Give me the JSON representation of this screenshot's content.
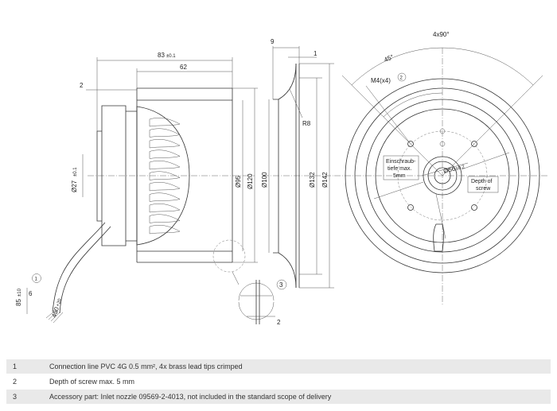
{
  "dimensions": {
    "d83": "83",
    "d83_tol": "±0.1",
    "d62": "62",
    "d2_top": "2",
    "d9": "9",
    "d1": "1",
    "d4x90": "4x90°",
    "d45": "45°",
    "m4": "M4(x4)",
    "m4_callout": "2",
    "r8": "R8",
    "d27": "Ø27",
    "d27_tol": "±0.1",
    "d95": "Ø95",
    "d120": "Ø120",
    "d100": "Ø100",
    "d132": "Ø132",
    "d142": "Ø142",
    "d56": "Ø56",
    "d56_tol": "±0.2",
    "d85": "85",
    "d85_tol": "±10",
    "d6": "6",
    "d450": "450",
    "d450_tol": "+20",
    "callout1": "1",
    "callout3": "3",
    "d2_bottom": "2"
  },
  "annotations": {
    "einschraub_line1": "Einschraub-",
    "einschraub_line2": "tiefe max.",
    "einschraub_line3": "5mm",
    "depth_line1": "Depth of",
    "depth_line2": "screw"
  },
  "notes": [
    {
      "num": "1",
      "text": "Connection line PVC 4G 0.5 mm², 4x brass lead tips crimped"
    },
    {
      "num": "2",
      "text": "Depth of screw max. 5 mm"
    },
    {
      "num": "3",
      "text": "Accessory part: Inlet nozzle 09569-2-4013, not included in the standard scope of delivery"
    }
  ],
  "colors": {
    "line": "#333333",
    "note_shade": "#e9e9e9",
    "text": "#222222"
  }
}
